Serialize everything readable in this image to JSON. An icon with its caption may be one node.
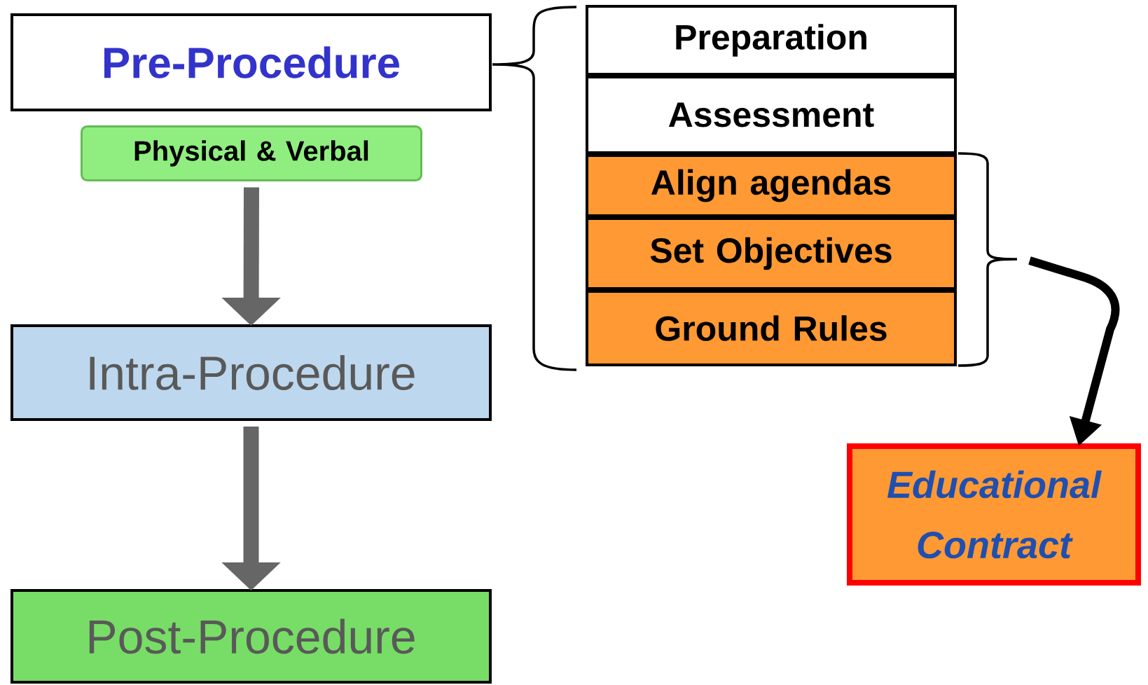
{
  "diagram": {
    "nodes": [
      {
        "text": [
          "Pre-Procedure"
        ]
      },
      {
        "text": [
          "Physical & Verbal"
        ]
      },
      {
        "text": [
          "Intra-Procedure"
        ]
      },
      {
        "text": [
          "Post-Procedure"
        ]
      },
      {
        "text": [
          "Preparation"
        ]
      },
      {
        "text": [
          "Assessment"
        ]
      },
      {
        "text": [
          "Align agendas"
        ]
      },
      {
        "text": [
          "Set Objectives"
        ]
      },
      {
        "text": [
          "Ground Rules"
        ]
      },
      {
        "text": [
          "Educational Contract"
        ]
      }
    ],
    "edges": [
      {
        "from": 1,
        "to": 2,
        "arrow": "to"
      },
      {
        "from": 2,
        "to": 3,
        "arrow": "to"
      },
      {
        "from": null,
        "to": 9,
        "arrow": "to",
        "color": "#000000"
      }
    ]
  }
}
